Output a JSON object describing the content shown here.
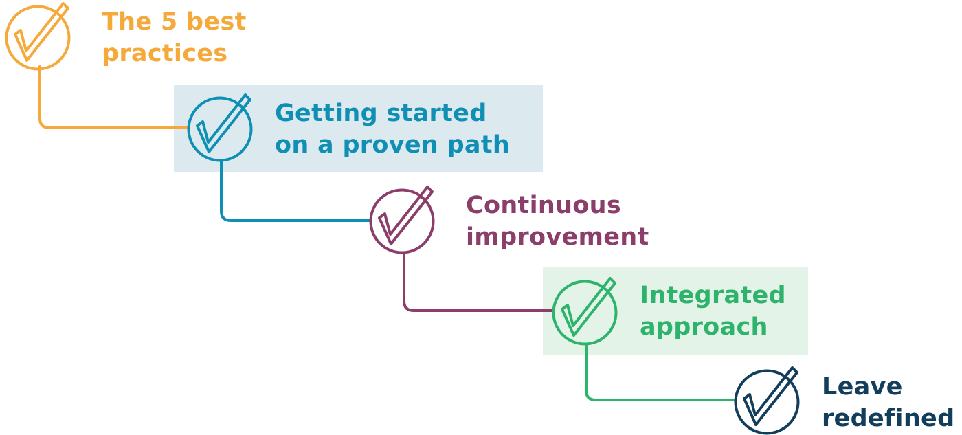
{
  "steps": [
    {
      "line1": "The 5 best",
      "line2": "practices",
      "color": "#F5A93A",
      "highlight": ""
    },
    {
      "line1": "Getting started",
      "line2": "on a proven path",
      "color": "#0E8FB3",
      "highlight": "#DCEAF0"
    },
    {
      "line1": "Continuous",
      "line2": "improvement",
      "color": "#8C3E6B",
      "highlight": ""
    },
    {
      "line1": "Integrated",
      "line2": "approach",
      "color": "#2DB36B",
      "highlight": "#E3F3E8"
    },
    {
      "line1": "Leave",
      "line2": "redefined",
      "color": "#123E5C",
      "highlight": ""
    }
  ]
}
